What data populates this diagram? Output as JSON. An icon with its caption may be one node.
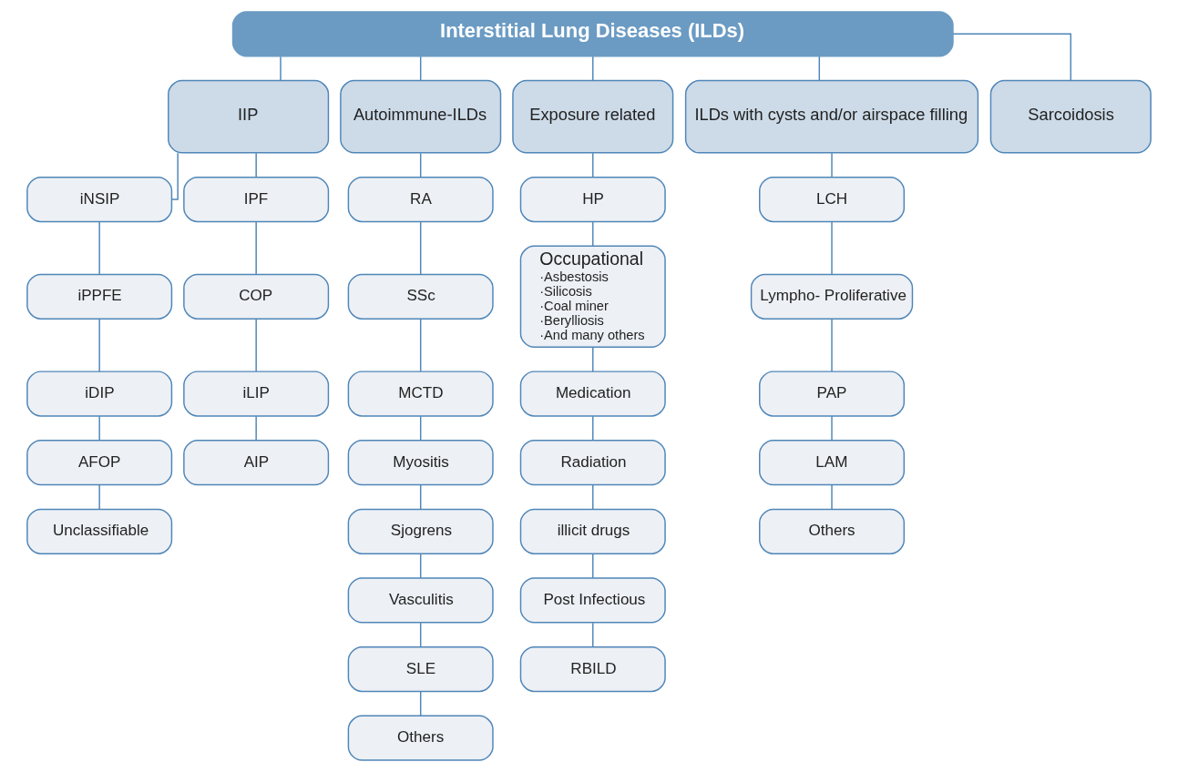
{
  "diagram": {
    "nodes": [
      {
        "text": [
          "Interstitial Lung Diseases (ILDs)"
        ]
      },
      {
        "text": [
          "IIP"
        ]
      },
      {
        "text": [
          "Autoimmune-ILDs"
        ]
      },
      {
        "text": [
          "Exposure related"
        ]
      },
      {
        "text": [
          "ILDs with cysts and/or airspace filling"
        ]
      },
      {
        "text": [
          "Sarcoidosis"
        ]
      },
      {
        "text": [
          "iNSIP"
        ]
      },
      {
        "text": [
          "IPF"
        ]
      },
      {
        "text": [
          "iPPFE"
        ]
      },
      {
        "text": [
          "COP"
        ]
      },
      {
        "text": [
          "iDIP"
        ]
      },
      {
        "text": [
          "iLIP"
        ]
      },
      {
        "text": [
          "AFOP"
        ]
      },
      {
        "text": [
          "AIP"
        ]
      },
      {
        "text": [
          "Unclassifiable"
        ]
      },
      {
        "text": [
          "RA"
        ]
      },
      {
        "text": [
          "SSc"
        ]
      },
      {
        "text": [
          "MCTD"
        ]
      },
      {
        "text": [
          "Myositis"
        ]
      },
      {
        "text": [
          "Sjogrens"
        ]
      },
      {
        "text": [
          "Vasculitis"
        ]
      },
      {
        "text": [
          "SLE"
        ]
      },
      {
        "text": [
          "Others"
        ]
      },
      {
        "text": [
          "HP"
        ]
      },
      {
        "text": [
          "Occupational",
          "·Asbestosis",
          "·Silicosis",
          "·Coal miner",
          "·Berylliosis",
          "·And many others"
        ]
      },
      {
        "text": [
          "Medication"
        ]
      },
      {
        "text": [
          "Radiation"
        ]
      },
      {
        "text": [
          "illicit drugs"
        ]
      },
      {
        "text": [
          "Post Infectious"
        ]
      },
      {
        "text": [
          "RBILD"
        ]
      },
      {
        "text": [
          "LCH"
        ]
      },
      {
        "text": [
          "Lympho- Proliferative"
        ]
      },
      {
        "text": [
          "PAP"
        ]
      },
      {
        "text": [
          "LAM"
        ]
      },
      {
        "text": [
          "Others"
        ]
      }
    ],
    "edges": [
      {
        "from": 0,
        "to": 1,
        "arrow": "none"
      },
      {
        "from": 0,
        "to": 2,
        "arrow": "none"
      },
      {
        "from": 0,
        "to": 3,
        "arrow": "none"
      },
      {
        "from": 0,
        "to": 4,
        "arrow": "none"
      },
      {
        "from": 0,
        "to": 5,
        "arrow": "none"
      },
      {
        "from": 1,
        "to": 6,
        "arrow": "none"
      },
      {
        "from": 1,
        "to": 7,
        "arrow": "none"
      },
      {
        "from": 6,
        "to": 8,
        "arrow": "none"
      },
      {
        "from": 8,
        "to": 10,
        "arrow": "none"
      },
      {
        "from": 10,
        "to": 12,
        "arrow": "none"
      },
      {
        "from": 12,
        "to": 14,
        "arrow": "none"
      },
      {
        "from": 7,
        "to": 9,
        "arrow": "none"
      },
      {
        "from": 9,
        "to": 11,
        "arrow": "none"
      },
      {
        "from": 11,
        "to": 13,
        "arrow": "none"
      },
      {
        "from": 2,
        "to": 15,
        "arrow": "none"
      },
      {
        "from": 15,
        "to": 16,
        "arrow": "none"
      },
      {
        "from": 16,
        "to": 17,
        "arrow": "none"
      },
      {
        "from": 17,
        "to": 18,
        "arrow": "none"
      },
      {
        "from": 18,
        "to": 19,
        "arrow": "none"
      },
      {
        "from": 19,
        "to": 20,
        "arrow": "none"
      },
      {
        "from": 20,
        "to": 21,
        "arrow": "none"
      },
      {
        "from": 21,
        "to": 22,
        "arrow": "none"
      },
      {
        "from": 3,
        "to": 23,
        "arrow": "none"
      },
      {
        "from": 23,
        "to": 24,
        "arrow": "none"
      },
      {
        "from": 24,
        "to": 25,
        "arrow": "none"
      },
      {
        "from": 25,
        "to": 26,
        "arrow": "none"
      },
      {
        "from": 26,
        "to": 27,
        "arrow": "none"
      },
      {
        "from": 27,
        "to": 28,
        "arrow": "none"
      },
      {
        "from": 28,
        "to": 29,
        "arrow": "none"
      },
      {
        "from": 4,
        "to": 30,
        "arrow": "none"
      },
      {
        "from": 30,
        "to": 31,
        "arrow": "none"
      },
      {
        "from": 31,
        "to": 32,
        "arrow": "none"
      },
      {
        "from": 32,
        "to": 33,
        "arrow": "none"
      },
      {
        "from": 33,
        "to": 34,
        "arrow": "none"
      }
    ]
  }
}
